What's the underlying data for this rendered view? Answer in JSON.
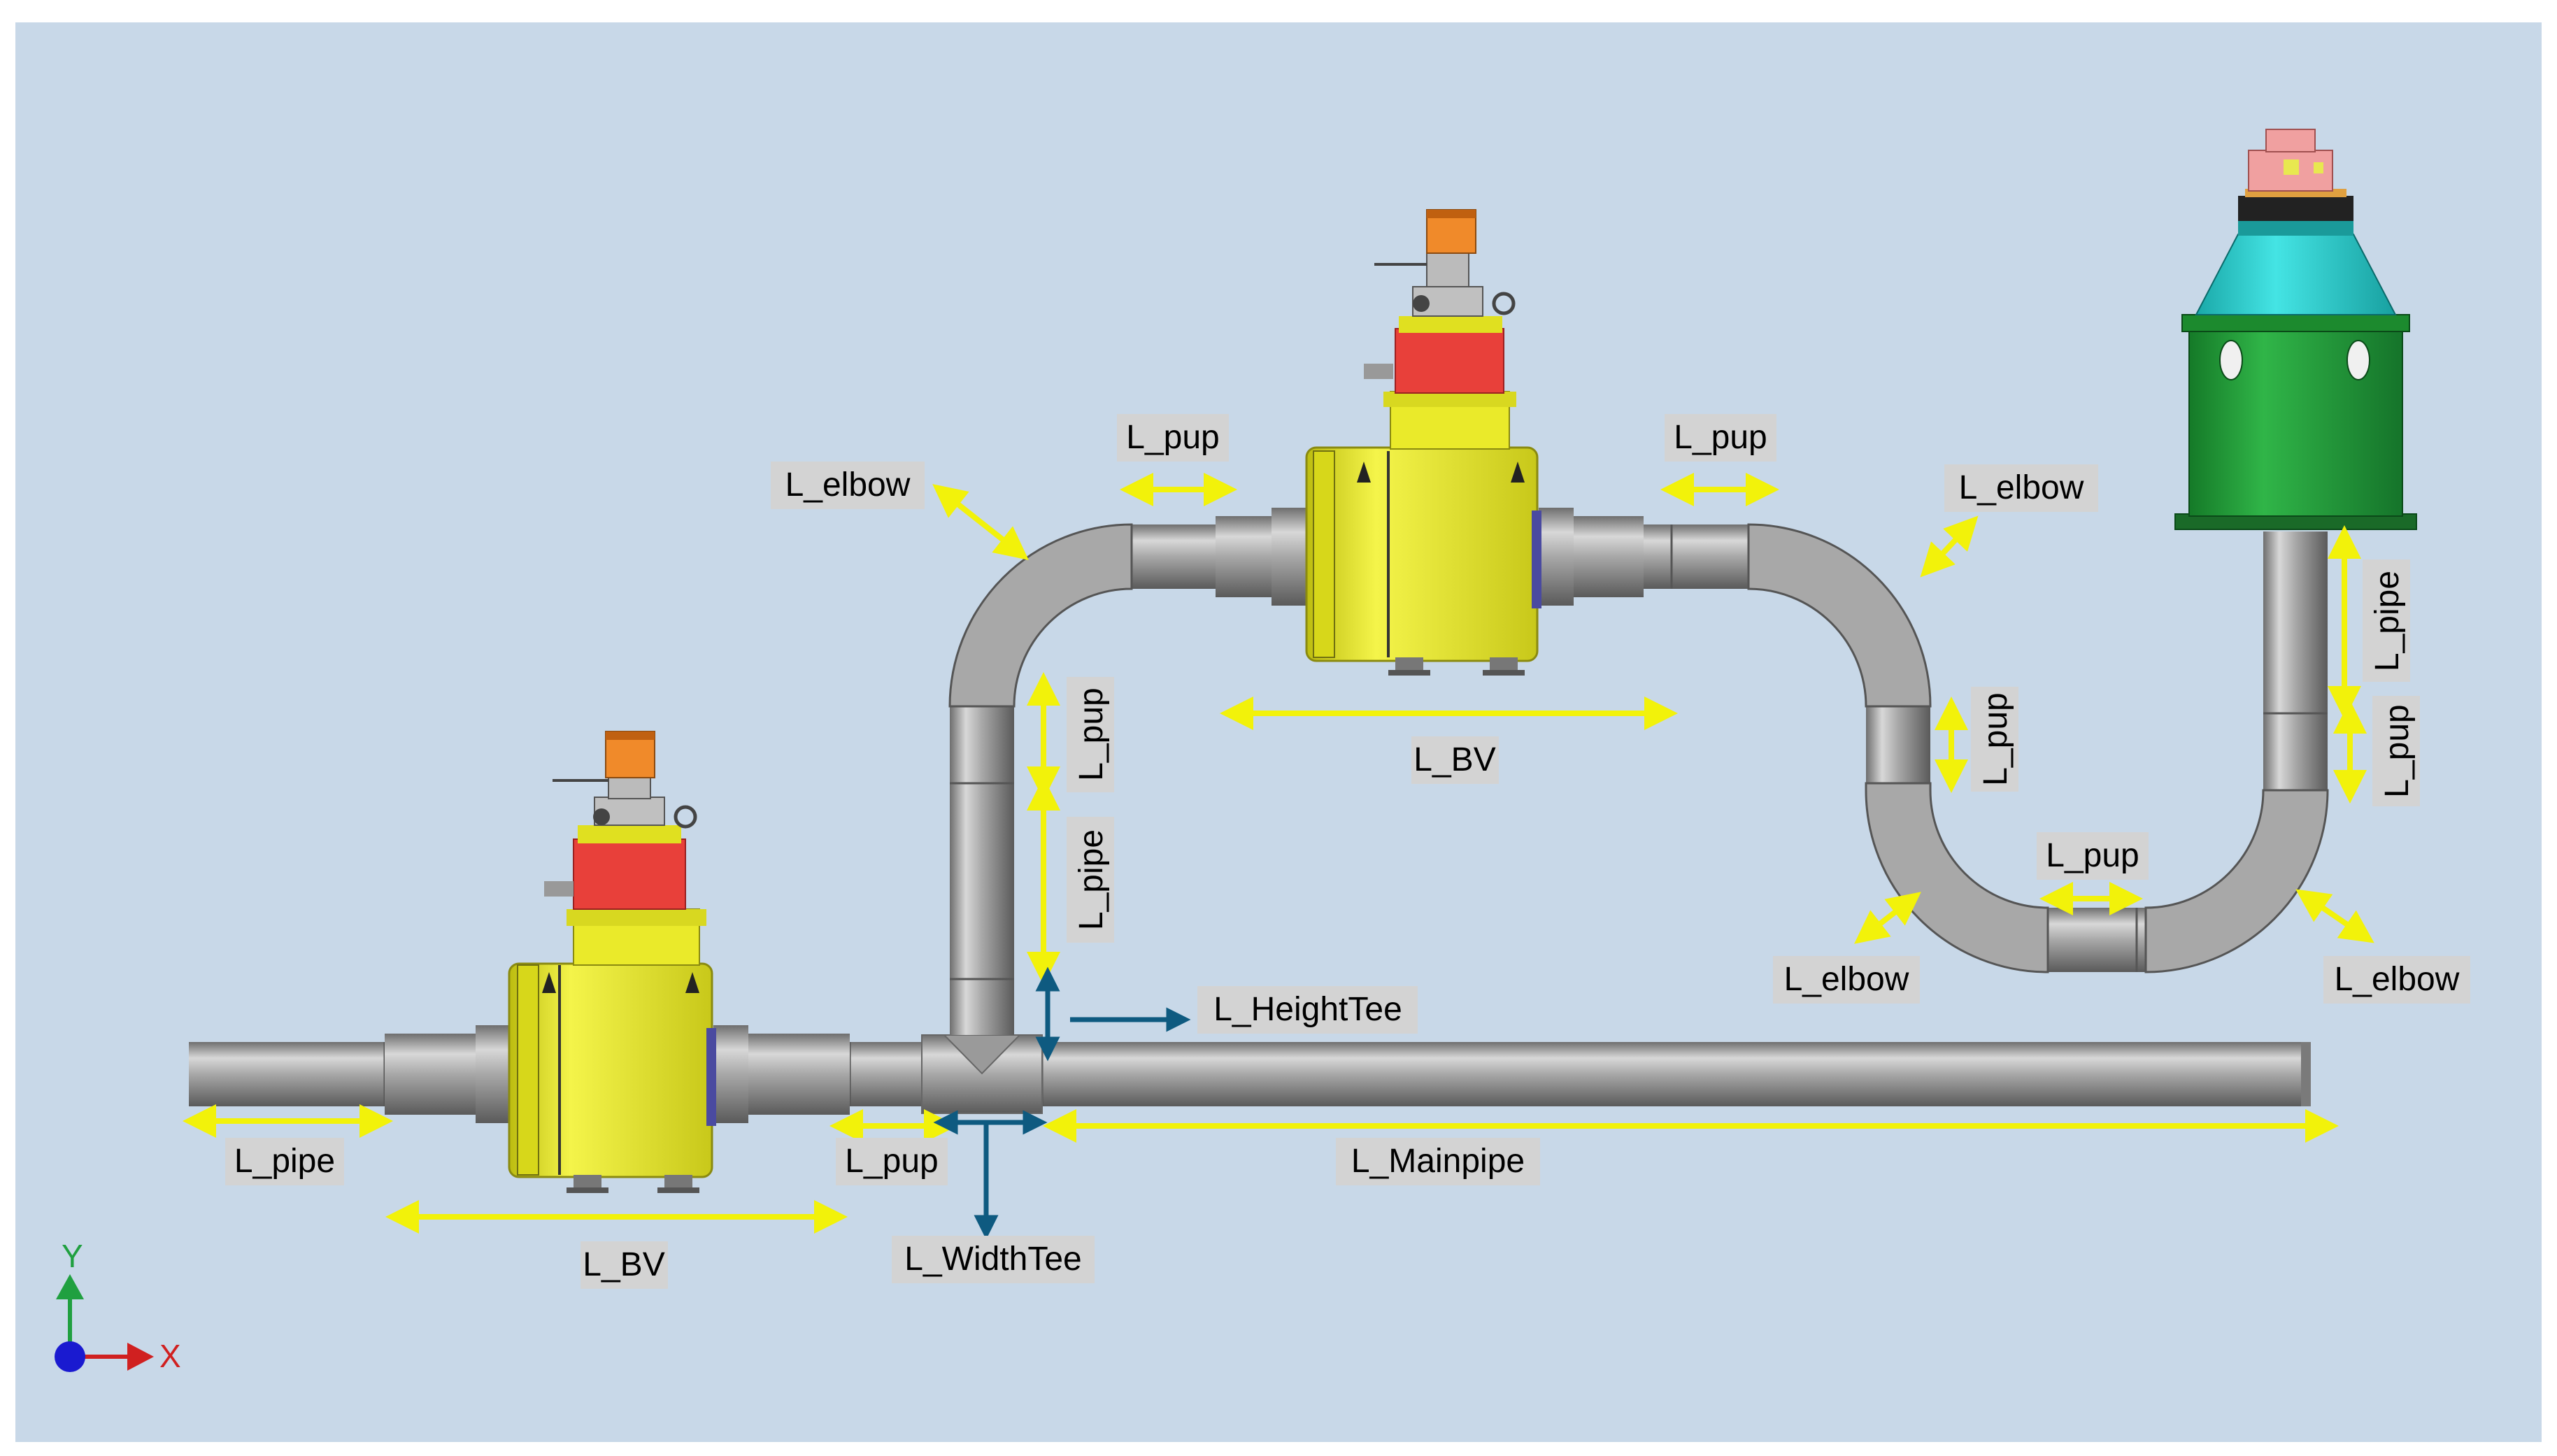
{
  "colors": {
    "canvas_bg": "#c8d8e8",
    "pipe": "#9a9a9a",
    "pipe_dark": "#6e6e6e",
    "pipe_light": "#d0d0d0",
    "valve_yellow": "#eaea2a",
    "actuator_red": "#e8403a",
    "actuator_orange": "#f08a2a",
    "label_bg": "#d3d3d3",
    "dim_yellow": "#f2f20a",
    "dim_blue": "#0e5a80",
    "tank_green": "#22a23a",
    "tank_cyan": "#2ad0d0",
    "axis_y": "#20a040",
    "axis_x": "#d02020",
    "axis_origin": "#1a1ad0"
  },
  "labels": {
    "l_pipe_left": "L_pipe",
    "l_bv_left": "L_BV",
    "l_pup_bottom": "L_pup",
    "l_width_tee": "L_WidthTee",
    "l_mainpipe": "L_Mainpipe",
    "l_height_tee": "L_HeightTee",
    "l_pipe_vertical": "L_pipe",
    "l_pup_vertical": "L_pup",
    "l_elbow_top_left": "L_elbow",
    "l_pup_top_left": "L_pup",
    "l_bv_top": "L_BV",
    "l_pup_top_right": "L_pup",
    "l_elbow_top_right": "L_elbow",
    "l_pup_right_vertical": "L_pup",
    "l_pup_u_bottom": "L_pup",
    "l_elbow_bottom_left": "L_elbow",
    "l_elbow_bottom_right": "L_elbow",
    "l_pipe_far_right": "L_pipe",
    "l_pup_far_right": "L_pup"
  },
  "axis": {
    "y_label": "Y",
    "x_label": "X"
  },
  "icons": {
    "valve": "ball-valve-icon",
    "actuator": "valve-actuator-icon",
    "tank": "subsea-module-icon"
  }
}
